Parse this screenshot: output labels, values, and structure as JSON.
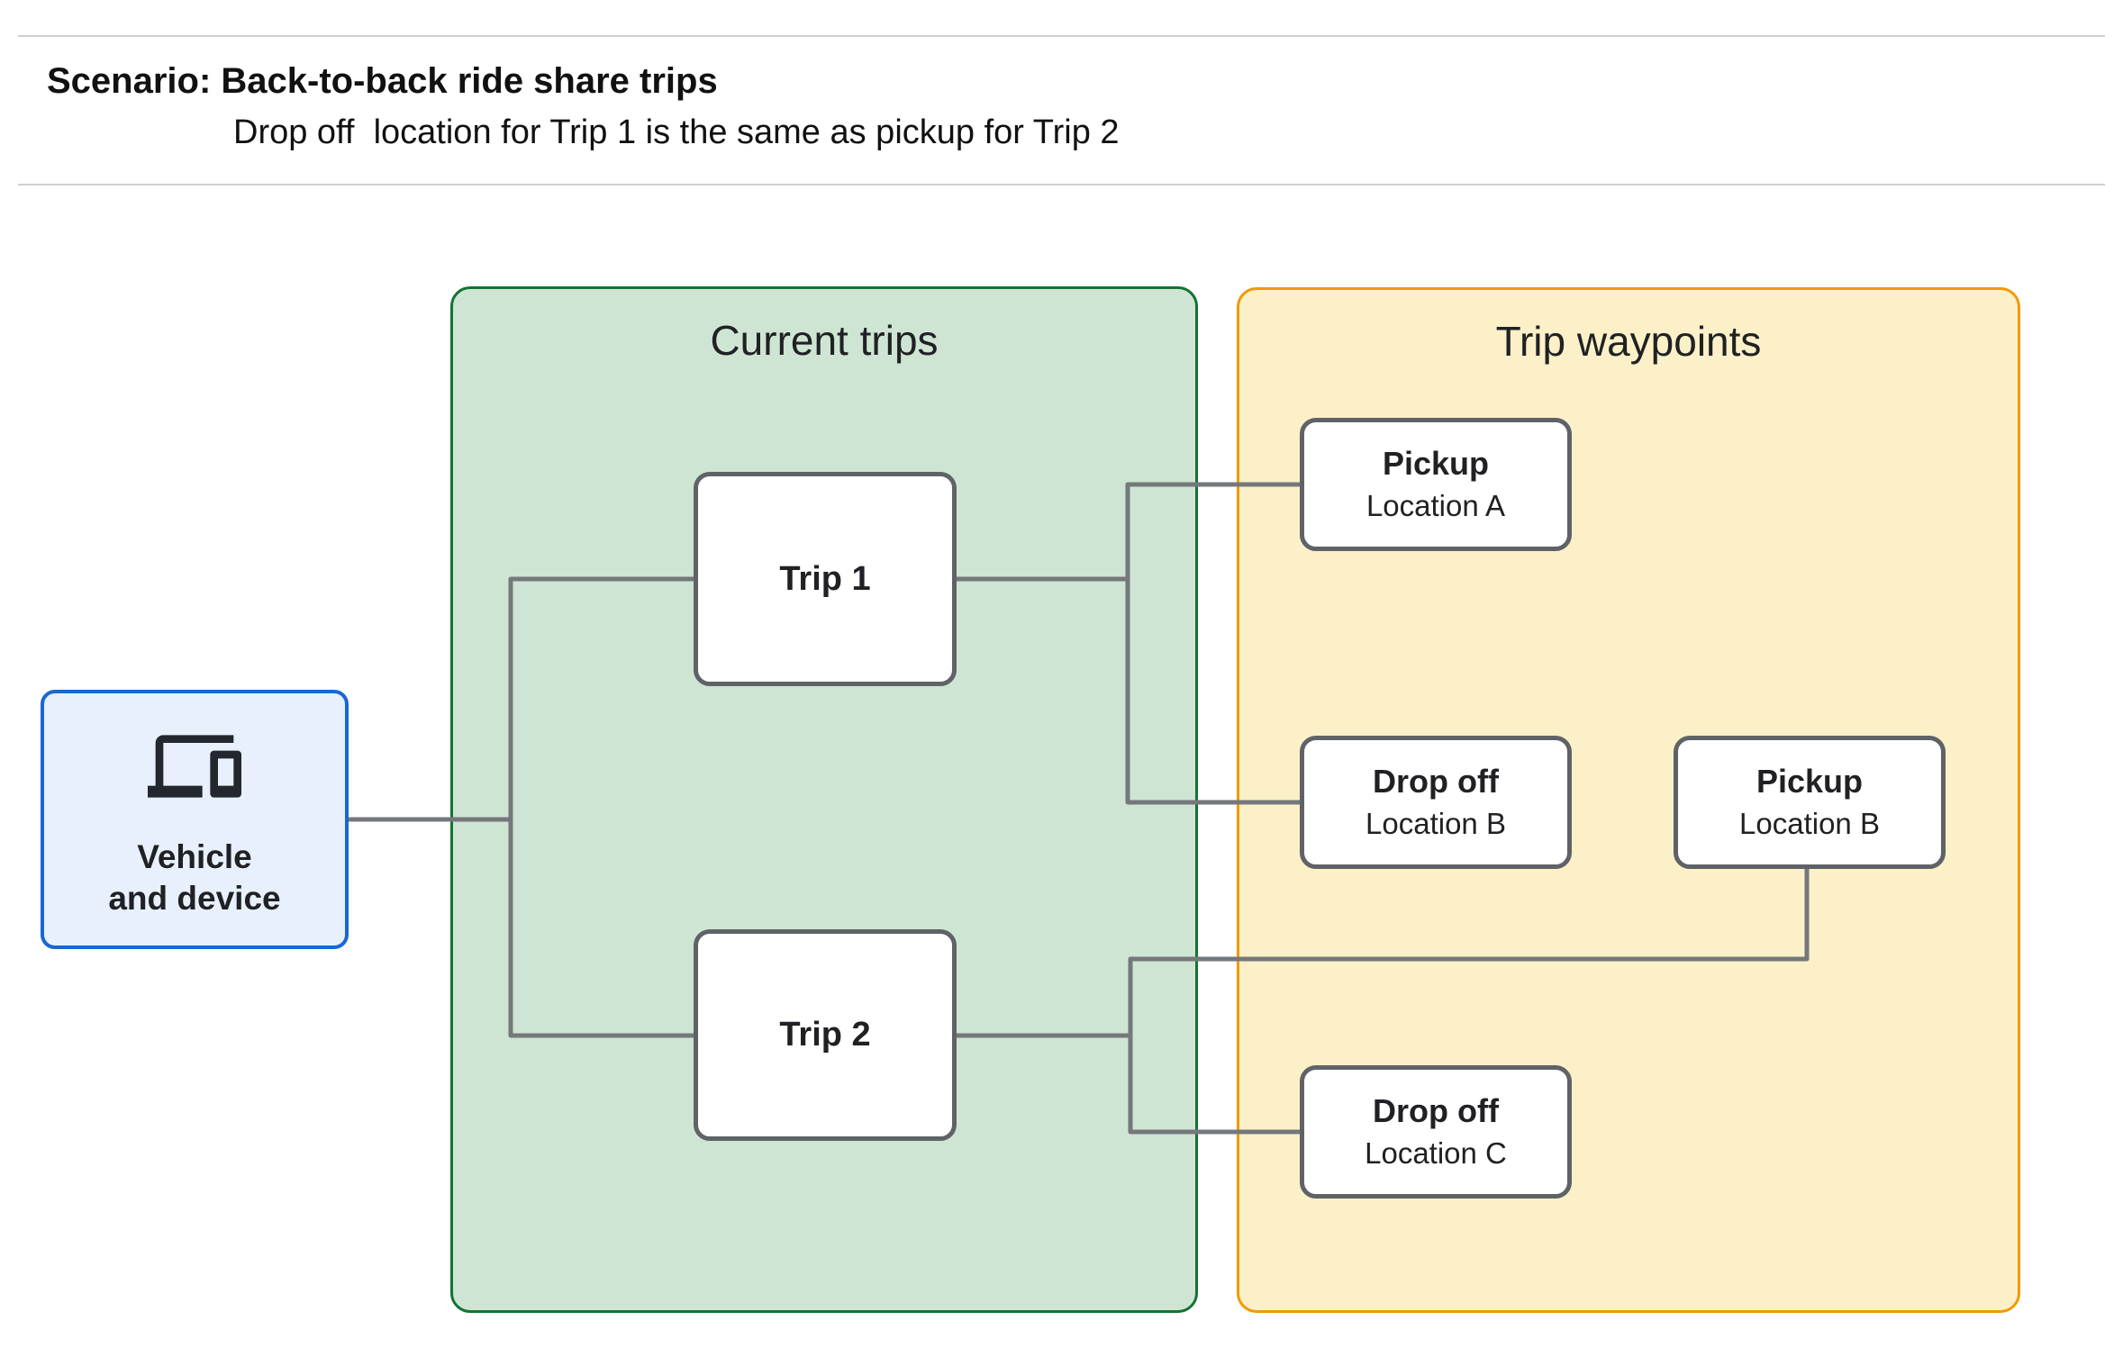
{
  "header": {
    "title": "Scenario: Back-to-back ride share trips",
    "subtitle": "Drop off  location for Trip 1 is the same as pickup for Trip 2"
  },
  "vehicle": {
    "icon": "devices-icon",
    "label_line1": "Vehicle",
    "label_line2": "and device"
  },
  "groups": {
    "current_trips": {
      "label": "Current trips"
    },
    "trip_waypoints": {
      "label": "Trip waypoints"
    }
  },
  "trips": [
    {
      "label": "Trip 1"
    },
    {
      "label": "Trip 2"
    }
  ],
  "waypoints": [
    {
      "title": "Pickup",
      "subtitle": "Location A"
    },
    {
      "title": "Drop off",
      "subtitle": "Location B"
    },
    {
      "title": "Pickup",
      "subtitle": "Location B"
    },
    {
      "title": "Drop off",
      "subtitle": "Location C"
    }
  ],
  "colors": {
    "vehicle_fill": "#e8f0fe",
    "vehicle_border": "#1967d2",
    "current_trips_fill": "#cee5d3",
    "current_trips_border": "#137333",
    "trip_waypoints_fill": "#fcf0c8",
    "trip_waypoints_border": "#f29900",
    "node_border": "#5f6368",
    "connector": "#75787b",
    "text": "#202124"
  }
}
